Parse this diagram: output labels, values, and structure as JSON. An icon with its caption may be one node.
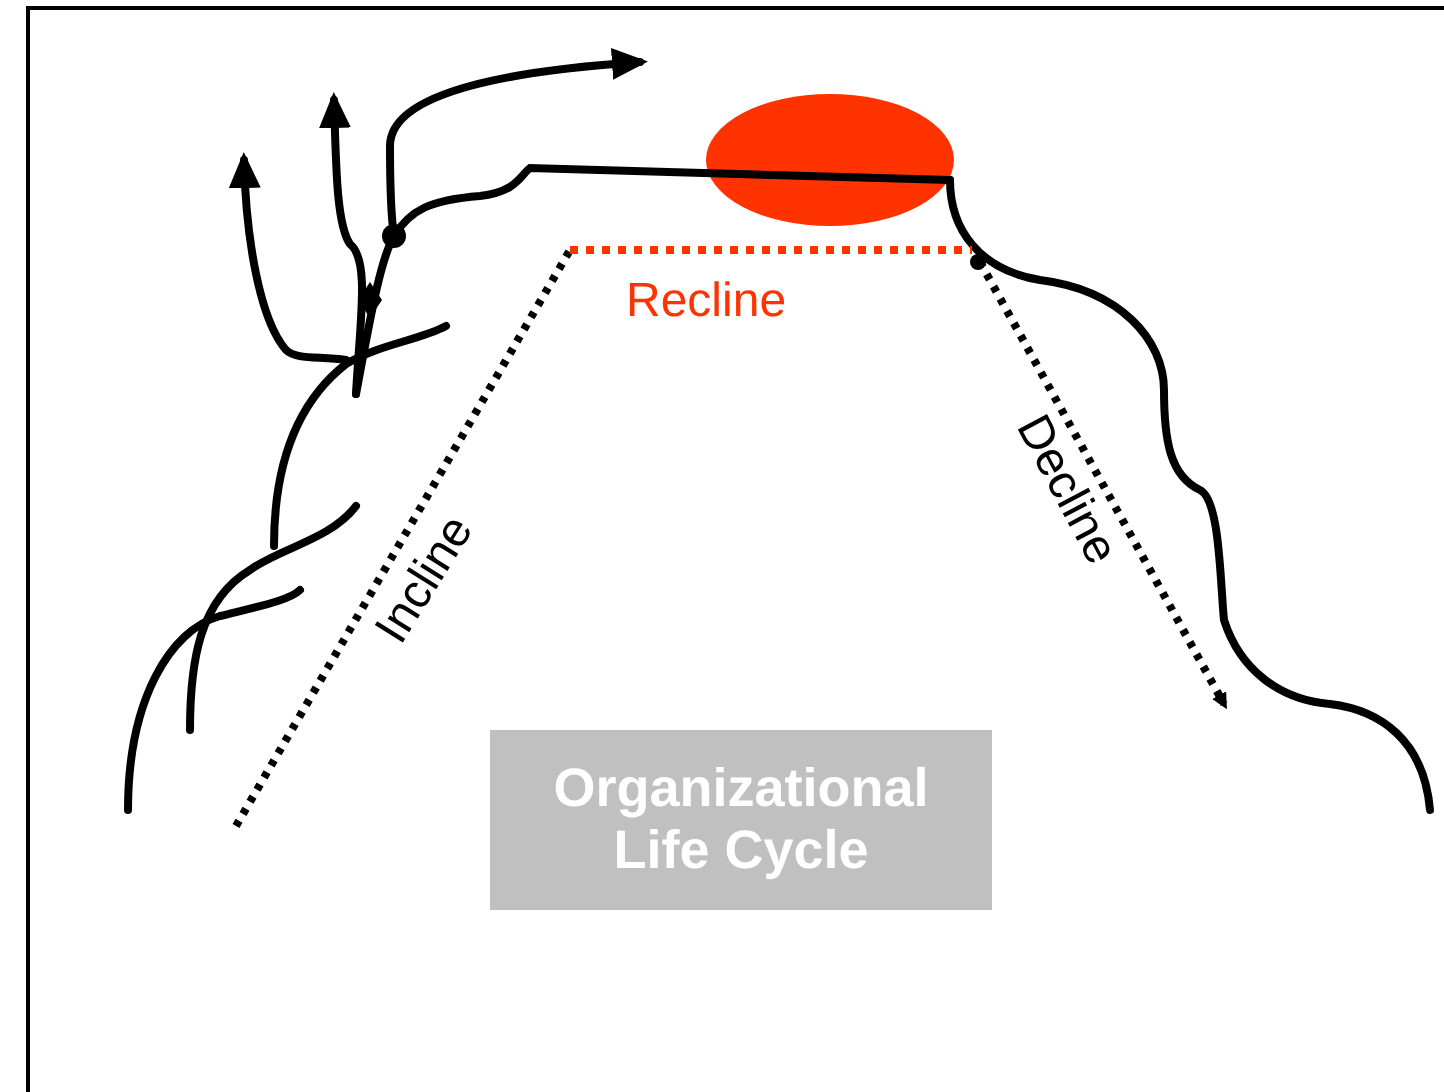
{
  "diagram": {
    "nodes": [
      {
        "text": [
          "Organizational Life Cycle"
        ]
      }
    ],
    "labels": [
      "Recline",
      "Incline",
      "Decline"
    ]
  }
}
